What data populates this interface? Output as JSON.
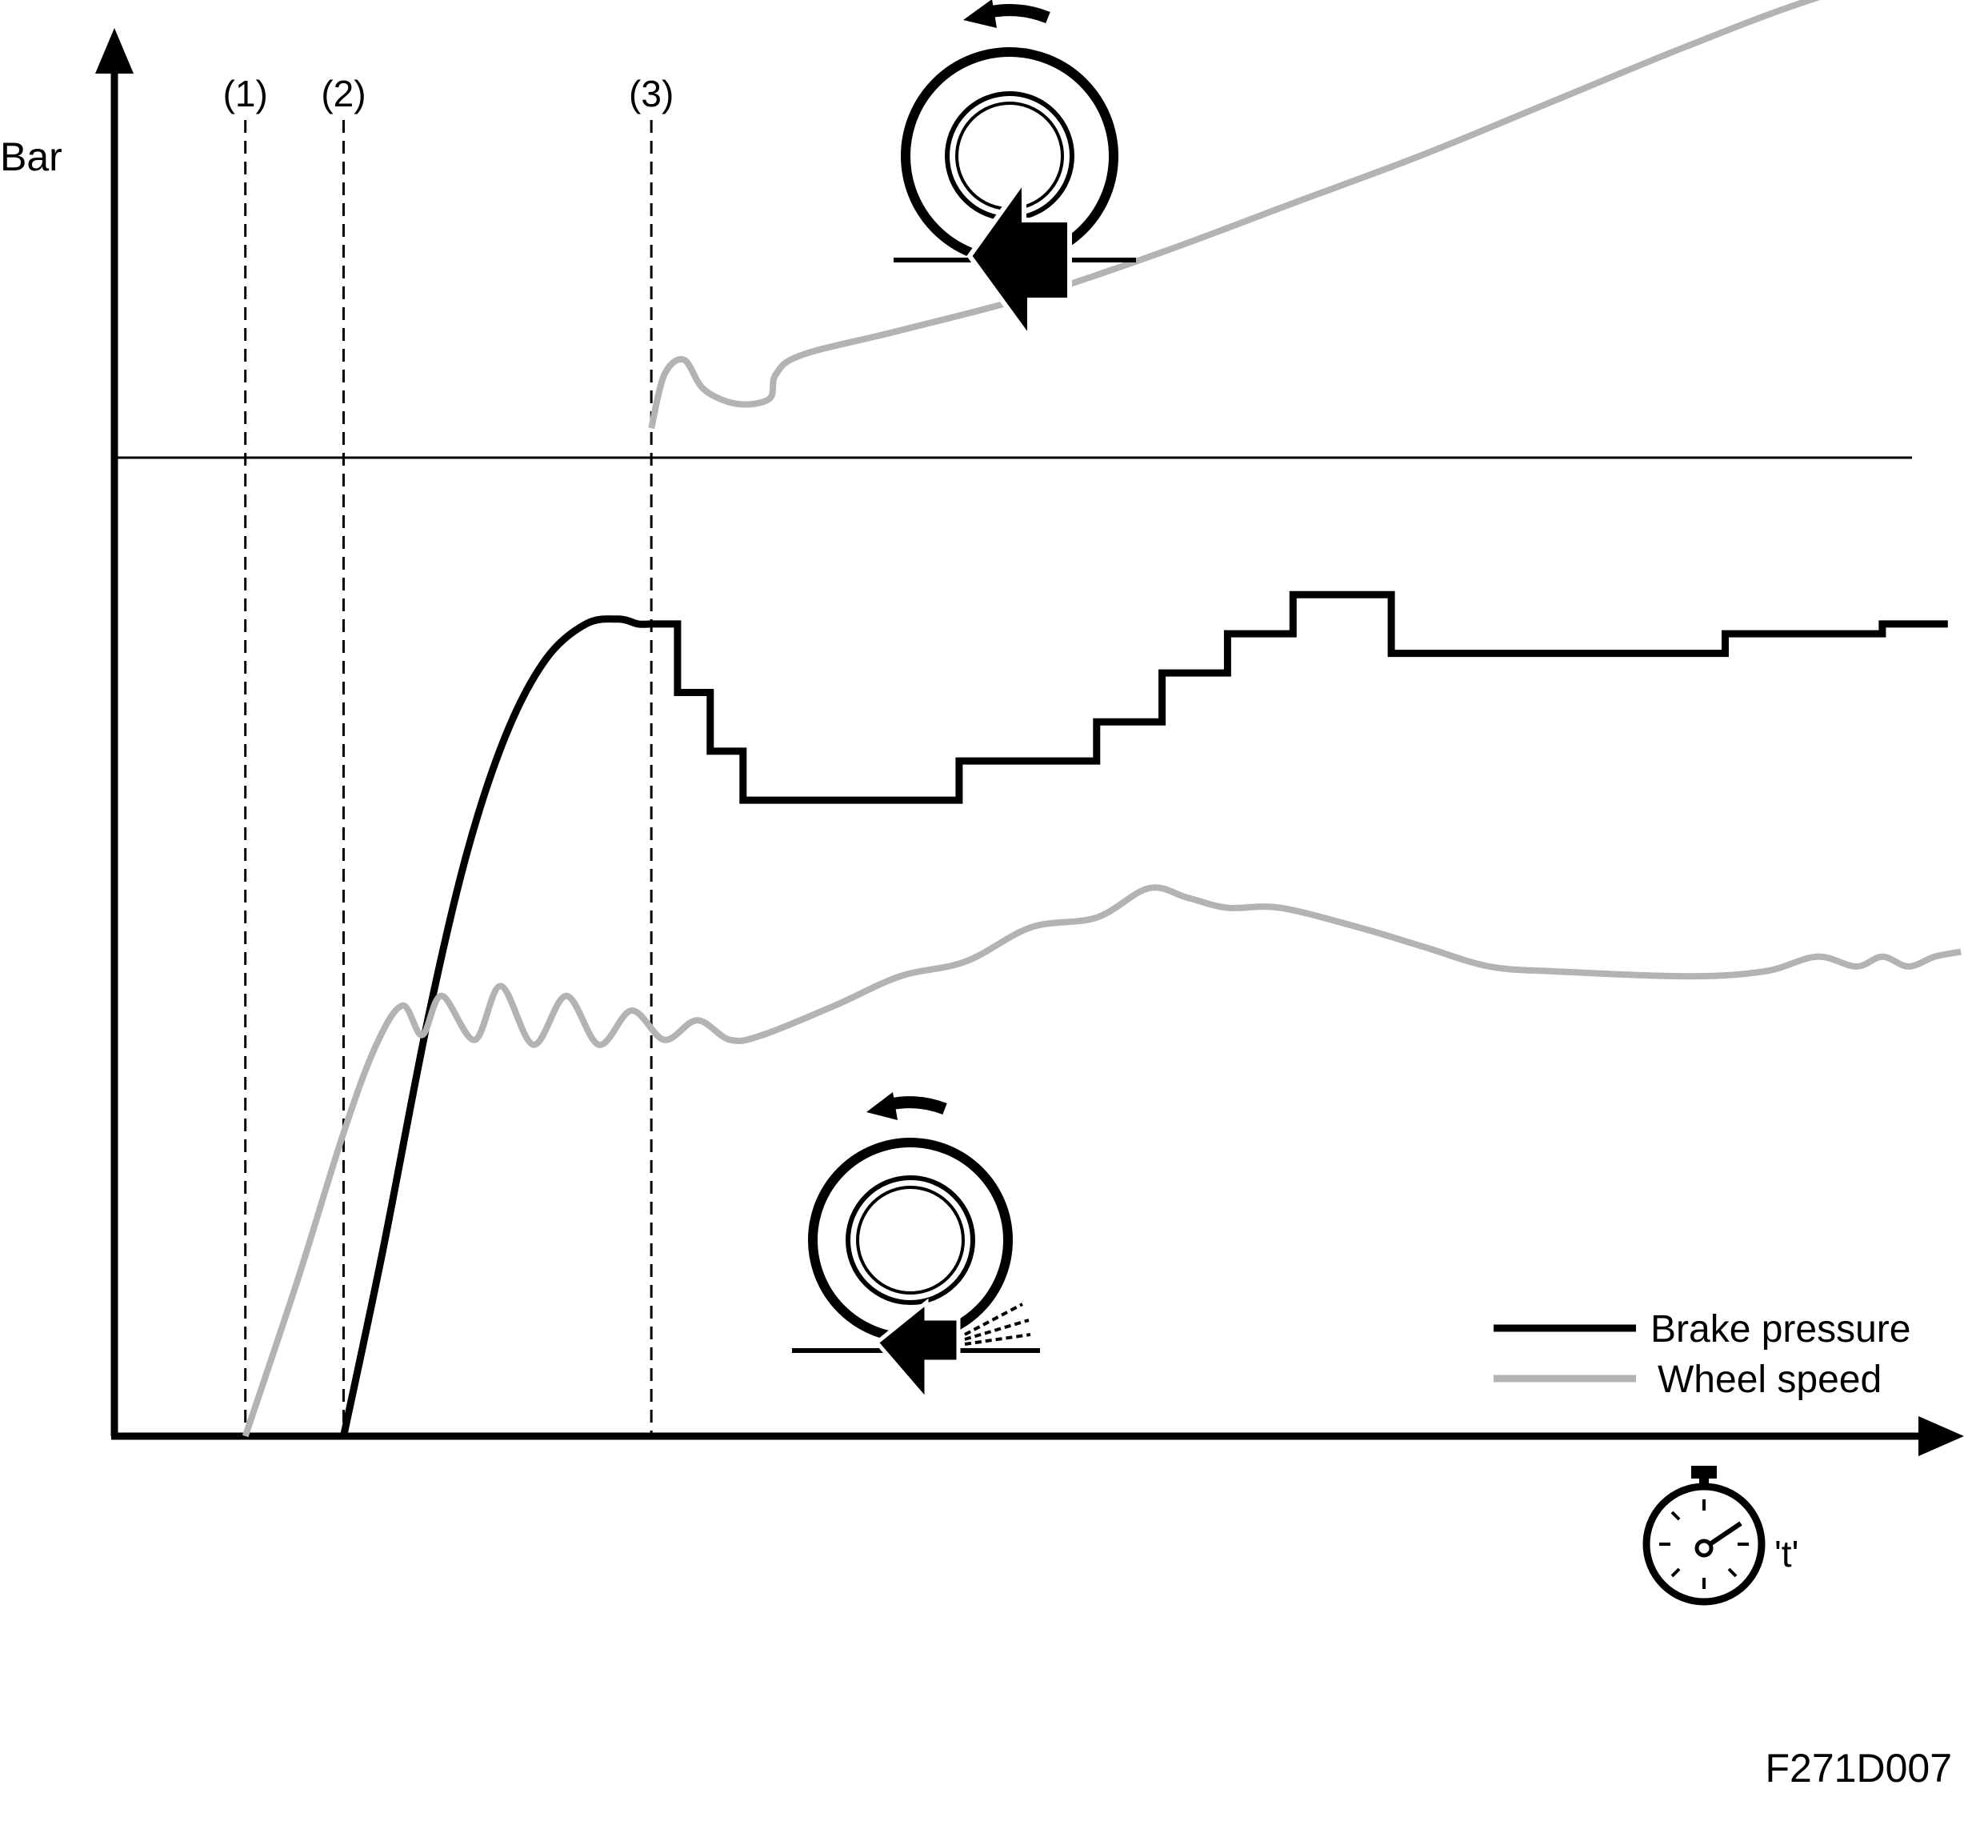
{
  "chart_data": {
    "type": "line",
    "ylabel": "Bar",
    "xlabel": "'t'",
    "figure_code": "F271D007",
    "markers": [
      {
        "label": "(1)",
        "x": 1.0
      },
      {
        "label": "(2)",
        "x": 1.75
      },
      {
        "label": "(3)",
        "x": 4.1
      }
    ],
    "xlim": [
      0,
      14.3
    ],
    "ylim": [
      0,
      10
    ],
    "series": [
      {
        "name": "Brake pressure",
        "color": "#000000",
        "style": "solid",
        "x": [
          1.75,
          2.05,
          2.4,
          2.7,
          3.0,
          3.3,
          3.6,
          3.85,
          4.0,
          4.1,
          4.2,
          4.3,
          4.3,
          4.55,
          4.55,
          4.8,
          4.8,
          6.45,
          6.45,
          7.5,
          7.5,
          8.0,
          8.0,
          8.5,
          8.5,
          9.0,
          9.0,
          9.75,
          9.75,
          12.3,
          12.3,
          13.5,
          13.5,
          14.0
        ],
        "y": [
          0,
          1.9,
          4.3,
          6.0,
          7.2,
          7.95,
          8.3,
          8.35,
          8.3,
          8.3,
          8.3,
          8.3,
          7.6,
          7.6,
          7.0,
          7.0,
          6.5,
          6.5,
          6.9,
          6.9,
          7.3,
          7.3,
          7.8,
          7.8,
          8.2,
          8.2,
          8.6,
          8.6,
          8.0,
          8.0,
          8.2,
          8.2,
          8.3,
          8.3
        ]
      },
      {
        "name": "Wheel speed",
        "color": "#b3b3b3",
        "style": "solid",
        "x": [
          1.0,
          1.4,
          1.75,
          2.0,
          2.2,
          2.35,
          2.5,
          2.75,
          2.95,
          3.2,
          3.45,
          3.7,
          3.95,
          4.2,
          4.45,
          4.7,
          4.95,
          5.5,
          6.0,
          6.5,
          7.0,
          7.5,
          7.9,
          8.2,
          8.5,
          8.9,
          9.5,
          10.0,
          10.5,
          11.0,
          12.0,
          12.6,
          13.0,
          13.3,
          13.5,
          13.7,
          13.9,
          14.1
        ],
        "y": [
          0,
          1.6,
          3.1,
          4.0,
          4.4,
          4.1,
          4.5,
          4.05,
          4.6,
          4.0,
          4.5,
          4.0,
          4.35,
          4.05,
          4.25,
          4.05,
          4.1,
          4.4,
          4.7,
          4.85,
          5.2,
          5.3,
          5.6,
          5.5,
          5.4,
          5.4,
          5.2,
          5.0,
          4.8,
          4.75,
          4.7,
          4.75,
          4.9,
          4.8,
          4.9,
          4.8,
          4.9,
          4.95
        ]
      },
      {
        "name": "",
        "color": "#b3b3b3",
        "style": "solid",
        "x": [
          4.1,
          4.2,
          4.35,
          4.5,
          4.75,
          5.0,
          5.05,
          5.25,
          6.0,
          7.0,
          8.0,
          9.0,
          10.0,
          11.0,
          12.0,
          13.0,
          14.3
        ],
        "y": [
          10.3,
          10.85,
          11.0,
          10.7,
          10.55,
          10.6,
          10.85,
          11.05,
          11.3,
          11.65,
          12.1,
          12.6,
          13.1,
          13.65,
          14.2,
          14.7,
          15.2
        ]
      }
    ],
    "legend": {
      "placement": "bottom-right",
      "entries": [
        {
          "label": "Brake pressure",
          "color": "#000000"
        },
        {
          "label": "Wheel speed",
          "color": "#b3b3b3"
        }
      ]
    },
    "grid": false
  }
}
